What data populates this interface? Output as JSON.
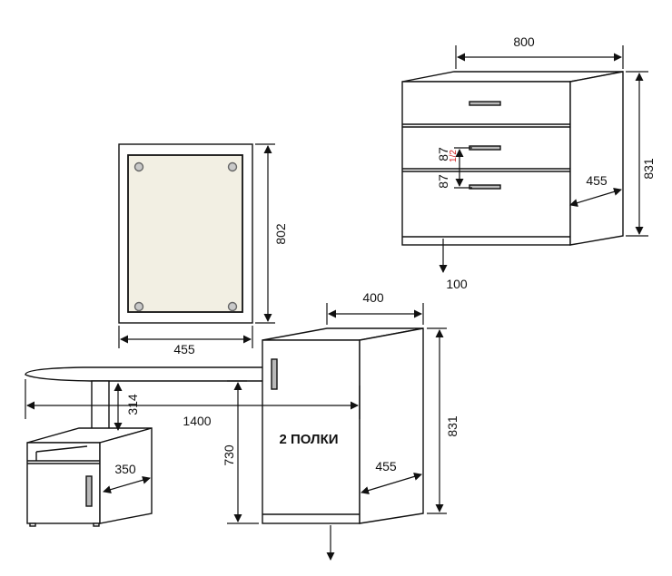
{
  "dimensions": {
    "chest_width": "800",
    "chest_height": "831",
    "chest_depth": "455",
    "chest_plinth": "100",
    "drawer_pitch_upper": "87",
    "drawer_pitch_lower": "87",
    "drawer_mark": "1/2",
    "mirror_height": "802",
    "mirror_width": "455",
    "pedestal_depth_top": "400",
    "pedestal_height": "831",
    "pedestal_depth": "455",
    "pedestal_label": "2 ПОЛКИ",
    "desk_length": "1400",
    "desk_height": "730",
    "desk_clearance": "314",
    "cabinet_depth": "350"
  },
  "colors": {
    "line": "#111111",
    "mirror_glass": "#f2efe3",
    "mirror_frame": "#ffffff",
    "fixing": "#c9c9c9",
    "handle": "#b9b9b9",
    "accent": "#d11e1e"
  }
}
